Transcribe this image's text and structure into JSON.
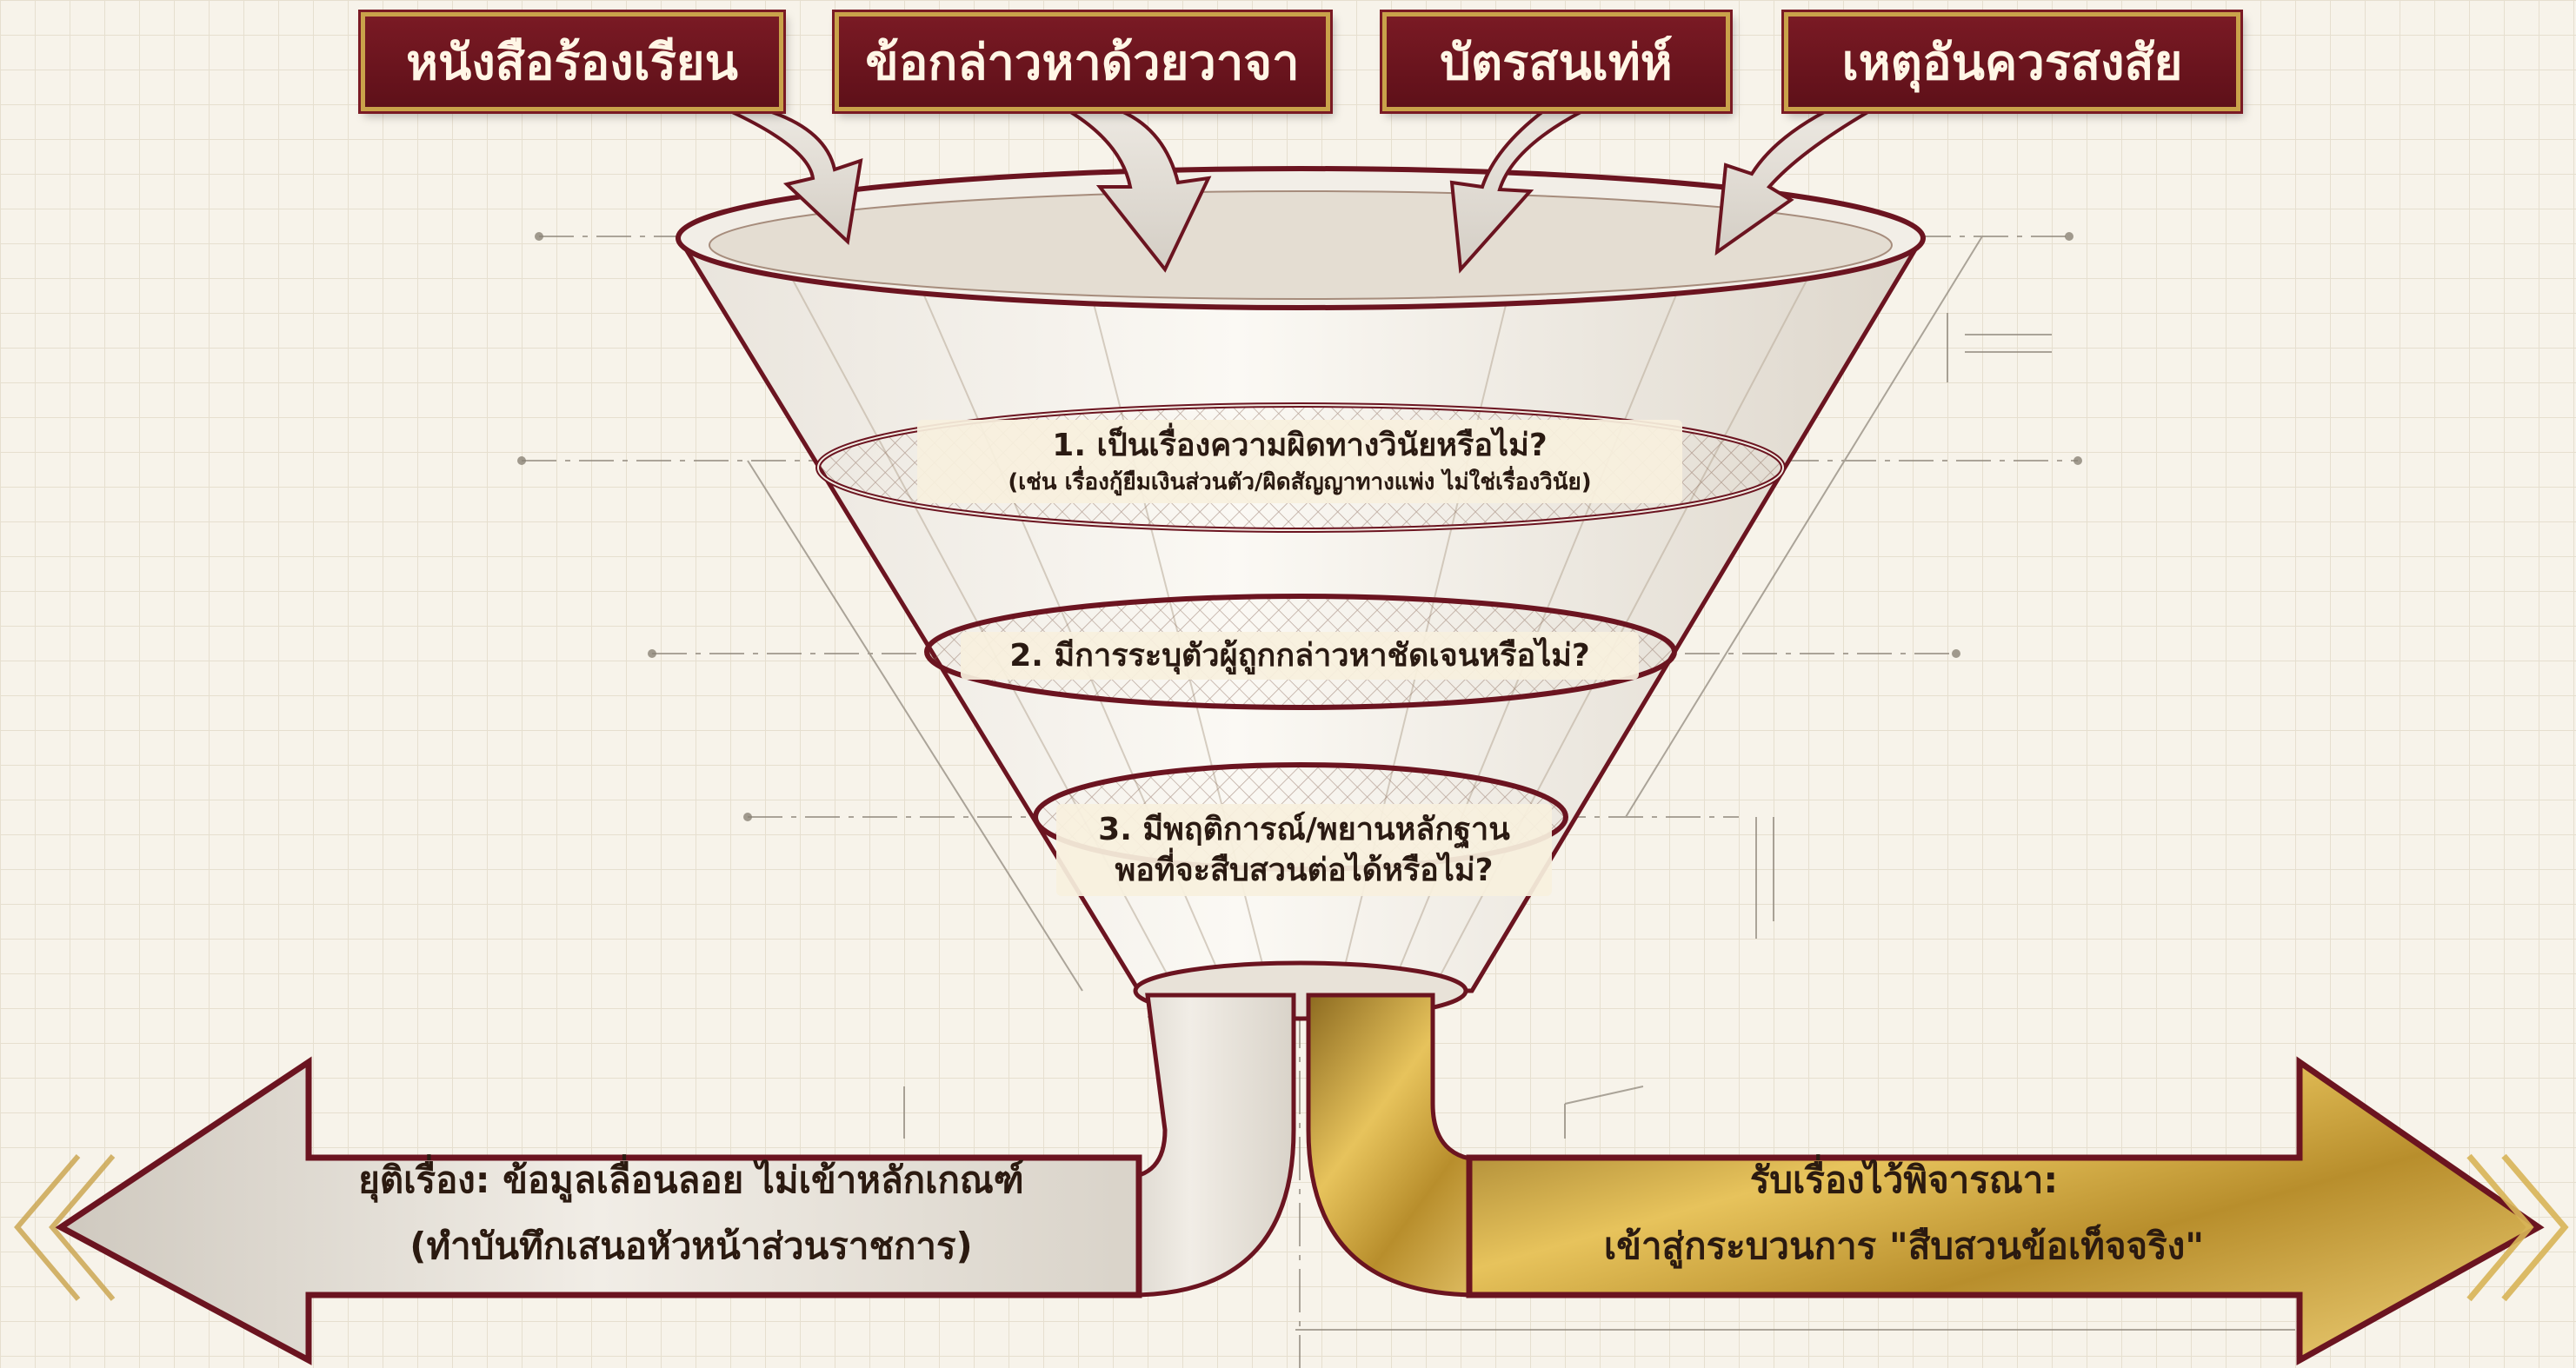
{
  "sources": [
    {
      "label": "หนังสือร้องเรียน"
    },
    {
      "label": "ข้อกล่าวหาด้วยวาจา"
    },
    {
      "label": "บัตรสนเท่ห์"
    },
    {
      "label": "เหตุอันควรสงสัย"
    }
  ],
  "filters": [
    {
      "title": "1. เป็นเรื่องความผิดทางวินัยหรือไม่?",
      "note": "(เช่น เรื่องกู้ยืมเงินส่วนตัว/ผิดสัญญาทางแพ่ง ไม่ใช่เรื่องวินัย)"
    },
    {
      "title": "2. มีการระบุตัวผู้ถูกกล่าวหาชัดเจนหรือไม่?"
    },
    {
      "title": "3. มีพฤติการณ์/พยานหลักฐาน",
      "title2": "พอที่จะสืบสวนต่อได้หรือไม่?"
    }
  ],
  "outcomes": {
    "reject": {
      "line1": "ยุติเรื่อง: ข้อมูลเลื่อนลอย ไม่เข้าหลักเกณฑ์",
      "line2": "(ทำบันทึกเสนอหัวหน้าส่วนราชการ)"
    },
    "accept": {
      "line1": "รับเรื่องไว้พิจารณา:",
      "line2": "เข้าสู่กระบวนการ \"สืบสวนข้อเท็จจริง\""
    }
  },
  "colors": {
    "maroon": "#6b1420",
    "gold": "#c9a24a",
    "paper": "#f7f3ea"
  }
}
